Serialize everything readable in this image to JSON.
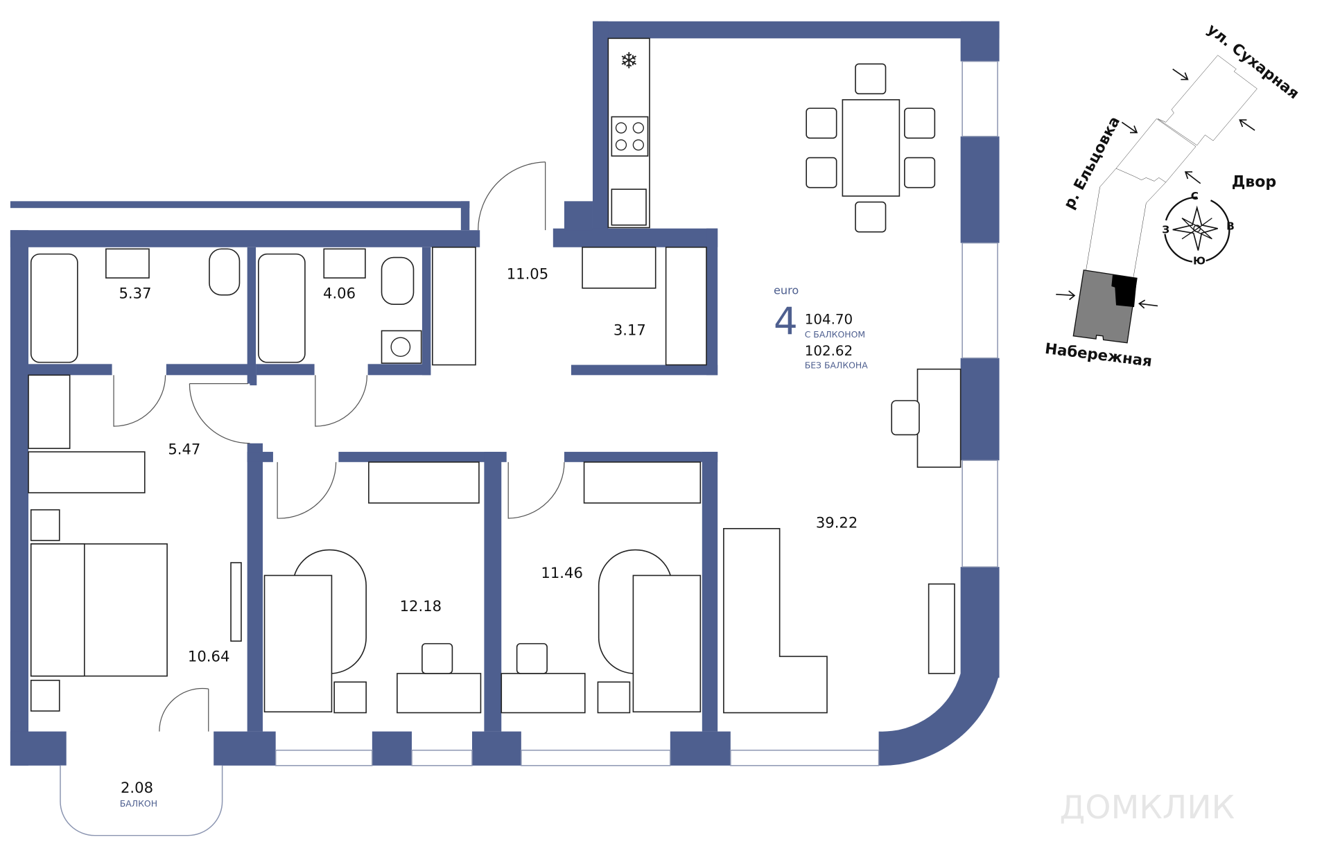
{
  "apartment": {
    "type": "euro",
    "rooms": "4",
    "area_with_balcony": "104.70",
    "area_with_balcony_label": "С БАЛКОНОМ",
    "area_without_balcony": "102.62",
    "area_without_balcony_label": "БЕЗ БАЛКОНА"
  },
  "rooms": {
    "bathroom_1": "5.37",
    "bathroom_2": "4.06",
    "entrance": "11.05",
    "storage": "3.17",
    "hall": "5.47",
    "bedroom_master": "10.64",
    "bedroom_2": "12.18",
    "bedroom_3": "11.46",
    "living_kitchen": "39.22",
    "balcony": "2.08",
    "balcony_label": "БАЛКОН"
  },
  "site_plan": {
    "street_top": "ул. Сухарная",
    "river": "р. Ельцовка",
    "yard": "Двор",
    "embankment": "Набережная",
    "compass": {
      "north": "С",
      "east": "В",
      "south": "Ю",
      "west": "З"
    }
  },
  "watermark": "ДОМКЛИК",
  "colors": {
    "wall": "#4e5f8f",
    "building_highlight": "#808080",
    "apartment_highlight": "#000000"
  }
}
